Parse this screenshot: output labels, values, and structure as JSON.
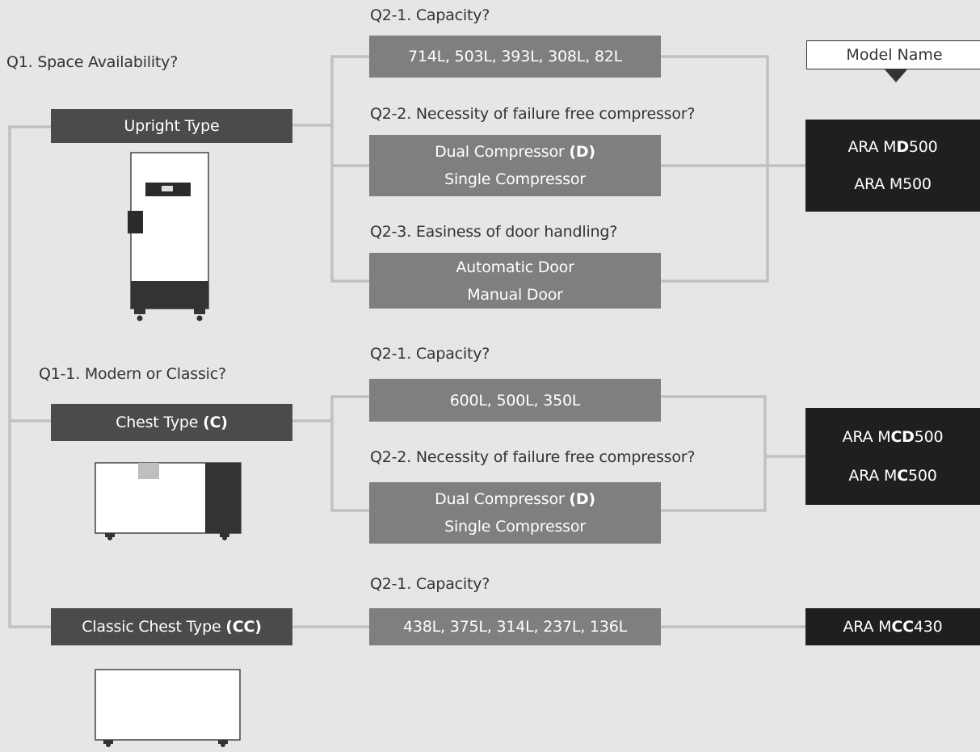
{
  "q1": "Q1. Space Availability?",
  "q1_1": "Q1-1. Modern or Classic?",
  "types": {
    "upright": {
      "label": "Upright Type",
      "code": ""
    },
    "chest": {
      "label": "Chest Type ",
      "code": "(C)"
    },
    "classic": {
      "label": "Classic Chest Type ",
      "code": "(CC)"
    }
  },
  "upright_branch": {
    "q_capacity": "Q2-1. Capacity?",
    "capacity": "714L, 503L, 393L, 308L, 82L",
    "q_compressor": "Q2-2. Necessity of failure free compressor?",
    "dual_label": "Dual Compressor ",
    "dual_code": "(D)",
    "single": "Single Compressor",
    "q_door": "Q2-3. Easiness of door handling?",
    "door_auto": "Automatic Door",
    "door_manual": "Manual Door"
  },
  "chest_branch": {
    "q_capacity": "Q2-1. Capacity?",
    "capacity": "600L, 500L, 350L",
    "q_compressor": "Q2-2. Necessity of failure free compressor?",
    "dual_label": "Dual Compressor ",
    "dual_code": "(D)",
    "single": "Single Compressor"
  },
  "classic_branch": {
    "q_capacity": "Q2-1. Capacity?",
    "capacity": "438L, 375L, 314L, 237L, 136L"
  },
  "model_name_label": "Model Name",
  "models": {
    "upright_1": {
      "prefix": "ARA M",
      "bold": "D",
      "suffix": "500"
    },
    "upright_2": "ARA M500",
    "chest_1": {
      "prefix": "ARA M",
      "bold": "CD",
      "suffix": "500"
    },
    "chest_2": {
      "prefix": "ARA M",
      "bold": "C",
      "suffix": "500"
    },
    "classic": {
      "prefix": "ARA M",
      "bold": "CC",
      "suffix": "430"
    }
  },
  "colors": {
    "background": "#e6e6e6",
    "type_box": "#4b4b4b",
    "option_box": "#7f7f7f",
    "model_box": "#1f1f1f",
    "connector": "#c0c0c0"
  }
}
